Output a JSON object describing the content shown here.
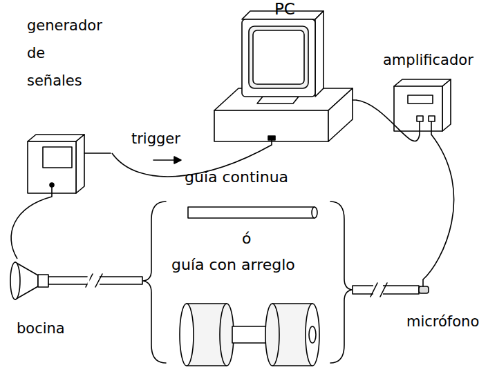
{
  "diagram": {
    "nodes": [
      {
        "text": [
          "PC"
        ]
      },
      {
        "text": [
          "generador de señales"
        ]
      },
      {
        "text": [
          "amplificador"
        ]
      },
      {
        "text": [
          "bocina"
        ]
      },
      {
        "text": [
          "micrófono"
        ]
      },
      {
        "text": [
          "guía continua"
        ]
      },
      {
        "text": [
          "guía con arreglo"
        ]
      }
    ],
    "edges": [
      {
        "from": 1,
        "to": 0,
        "label": "trigger",
        "arrow": "none"
      },
      {
        "from": 1,
        "to": 3,
        "arrow": "none"
      },
      {
        "from": 0,
        "to": 2,
        "arrow": "none"
      },
      {
        "from": 2,
        "to": 4,
        "arrow": "none"
      }
    ],
    "labels": [
      "ó"
    ]
  }
}
